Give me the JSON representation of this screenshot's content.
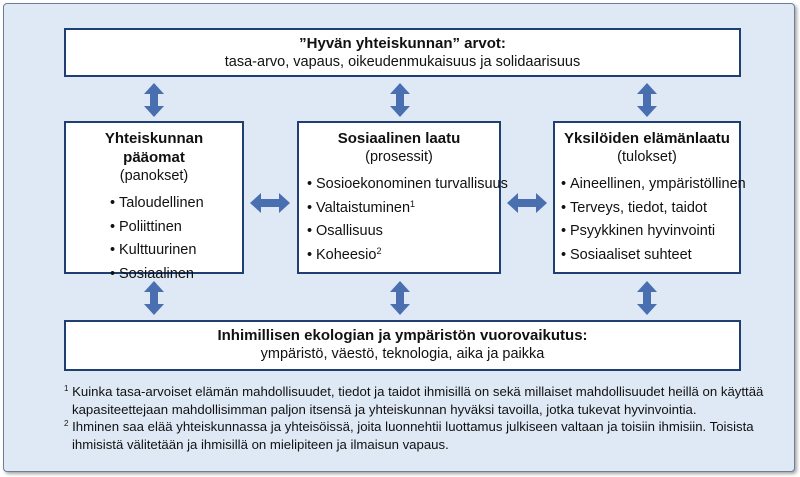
{
  "top": {
    "title": "”Hyvän yhteiskunnan” arvot:",
    "subtitle": "tasa-arvo, vapaus, oikeudenmukaisuus ja solidaarisuus"
  },
  "columns": [
    {
      "title": "Yhteiskunnan pääomat",
      "subtitle": "(panokset)",
      "items": [
        {
          "text": "Taloudellinen",
          "sup": ""
        },
        {
          "text": "Poliittinen",
          "sup": ""
        },
        {
          "text": "Kulttuurinen",
          "sup": ""
        },
        {
          "text": "Sosiaalinen",
          "sup": ""
        }
      ]
    },
    {
      "title": "Sosiaalinen laatu",
      "subtitle": "(prosessit)",
      "items": [
        {
          "text": "Sosioekonominen turvallisuus",
          "sup": ""
        },
        {
          "text": "Valtaistuminen",
          "sup": "1"
        },
        {
          "text": "Osallisuus",
          "sup": ""
        },
        {
          "text": "Koheesio",
          "sup": "2"
        }
      ]
    },
    {
      "title": "Yksilöiden elämänlaatu",
      "subtitle": "(tulokset)",
      "items": [
        {
          "text": "Aineellinen, ympäristöllinen",
          "sup": ""
        },
        {
          "text": "Terveys, tiedot, taidot",
          "sup": ""
        },
        {
          "text": "Psyykkinen hyvinvointi",
          "sup": ""
        },
        {
          "text": "Sosiaaliset suhteet",
          "sup": ""
        }
      ]
    }
  ],
  "bottom": {
    "title": "Inhimillisen ekologian ja ympäristön vuorovaikutus:",
    "subtitle": "ympäristö, väestö, teknologia, aika ja paikka"
  },
  "bullet": "•",
  "footnotes": [
    {
      "mark": "1",
      "text": "Kuinka tasa-arvoiset elämän mahdollisuudet, tiedot ja taidot ihmisillä on sekä millaiset mahdollisuudet heillä on käyttää kapasiteettejaan mahdollisimman paljon itsensä ja yhteiskunnan hyväksi tavoilla, jotka tukevat hyvinvointia."
    },
    {
      "mark": "2",
      "text": "Ihminen saa elää yhteiskunnassa ja yhteisöissä, joita luonnehtii luottamus julkiseen valtaan ja toisiin ihmisiin. Toisista ihmisistä välitetään ja ihmisillä on mielipiteen ja ilmaisun vapaus."
    }
  ],
  "colors": {
    "arrow": "#4a6fb1",
    "border": "#1f3f72",
    "panel_bg": "#dfe9f5"
  }
}
